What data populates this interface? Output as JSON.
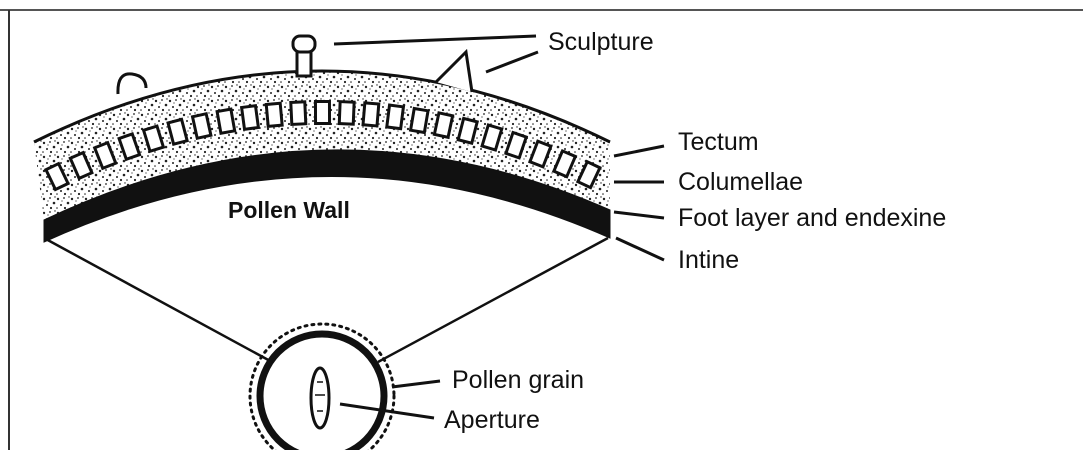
{
  "diagram": {
    "title": "Pollen Wall",
    "labels": {
      "sculpture": "Sculpture",
      "tectum": "Tectum",
      "columellae": "Columellae",
      "foot_layer": "Foot layer and endexine",
      "intine": "Intine",
      "pollen_grain": "Pollen grain",
      "aperture": "Aperture"
    }
  }
}
